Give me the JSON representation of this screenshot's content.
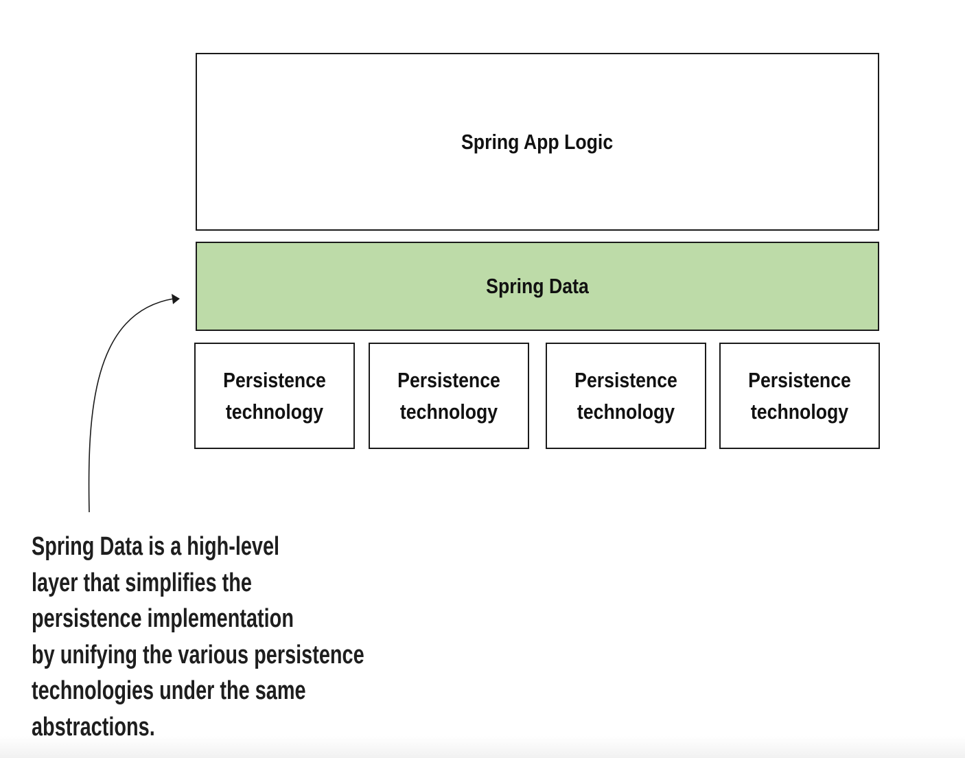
{
  "diagram": {
    "app_logic": {
      "label": "Spring App Logic"
    },
    "spring_data": {
      "label": "Spring Data",
      "fill": "#bddba8"
    },
    "technologies": [
      {
        "line1": "Persistence",
        "line2": "technology"
      },
      {
        "line1": "Persistence",
        "line2": "technology"
      },
      {
        "line1": "Persistence",
        "line2": "technology"
      },
      {
        "line1": "Persistence",
        "line2": "technology"
      }
    ],
    "callout": {
      "lines": [
        "Spring Data is a high-level",
        "layer that simplifies the",
        "persistence implementation",
        "by unifying the various persistence",
        "technologies under the same",
        "abstractions."
      ]
    }
  }
}
